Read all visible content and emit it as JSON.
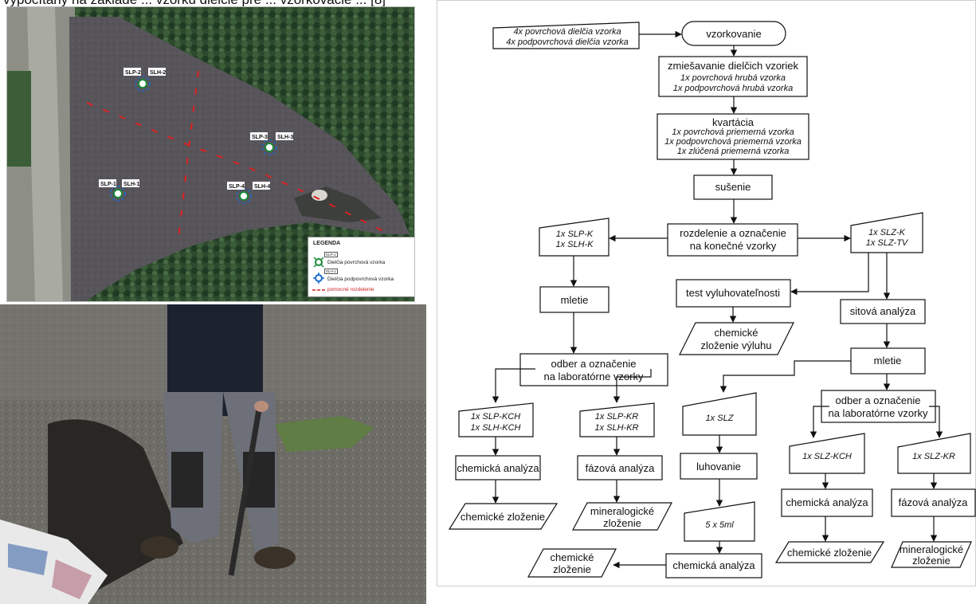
{
  "top_caption": "vypočítaný na základe ... vzorku dielčie pre ... vzorkovacie ... [8]",
  "map": {
    "points": [
      {
        "slp": "SLP-2",
        "slh": "SLH-2"
      },
      {
        "slp": "SLP-3",
        "slh": "SLH-3"
      },
      {
        "slp": "SLP-1",
        "slh": "SLH-1"
      },
      {
        "slp": "SLP-4",
        "slh": "SLH-4"
      }
    ],
    "legend": {
      "title": "LEGENDA",
      "tag1": "SLP-1",
      "item1": "Dielčia povrchová vzorka",
      "tag2": "SLH-1",
      "item2": "Dielčia podpovrchová vzorka",
      "item3": "pomocné rozdelenie"
    }
  },
  "flow": {
    "input1": "4x povrchová dielčia vzorka",
    "input2": "4x podpovrchová dielčia vzorka",
    "start": "vzorkovanie",
    "mix_title": "zmiešavanie dielčich vzoriek",
    "mix_l1": "1x povrchová hrubá vzorka",
    "mix_l2": "1x podpovrchová hrubá vzorka",
    "quart_title": "kvartácia",
    "quart_l1": "1x povrchová priemerná vzorka",
    "quart_l2": "1x podpovrchová priemerná vzorka",
    "quart_l3": "1x zlúčená priemerná vzorka",
    "dry": "sušenie",
    "split_l1": "rozdelenie a označenie",
    "split_l2": "na konečné vzorky",
    "left_out_l1": "1x SLP-K",
    "left_out_l2": "1x SLH-K",
    "right_out_l1": "1x SLZ-K",
    "right_out_l2": "1x SLZ-TV",
    "mill1": "mletie",
    "leach_test": "test vyluhovateľnosti",
    "leach_result_l1": "chemické",
    "leach_result_l2": "zloženie výluhu",
    "sieve": "sitová analýza",
    "mill2": "mletie",
    "lab1_l1": "odber a označenie",
    "lab1_l2": "na laboratórne vzorky",
    "lab2_l1": "odber a označenie",
    "lab2_l2": "na laboratórne vzorky",
    "kch_l1": "1x SLP-KCH",
    "kch_l2": "1x SLH-KCH",
    "kr_l1": "1x SLP-KR",
    "kr_l2": "1x SLH-KR",
    "slz": "1x SLZ",
    "slz_kch": "1x SLZ-KCH",
    "slz_kr": "1x SLZ-KR",
    "chem1": "chemická analýza",
    "phase1": "fázová analýza",
    "leaching": "luhovanie",
    "chem2": "chemická analýza",
    "phase2": "fázová analýza",
    "chem_comp1": "chemické zloženie",
    "mineral1_l1": "mineralogické",
    "mineral1_l2": "zloženie",
    "vol": "5 x 5ml",
    "chem3": "chemická analýza",
    "chem_comp2_l1": "chemické",
    "chem_comp2_l2": "zloženie",
    "chem_comp3": "chemické zloženie",
    "mineral2_l1": "mineralogické",
    "mineral2_l2": "zloženie"
  }
}
